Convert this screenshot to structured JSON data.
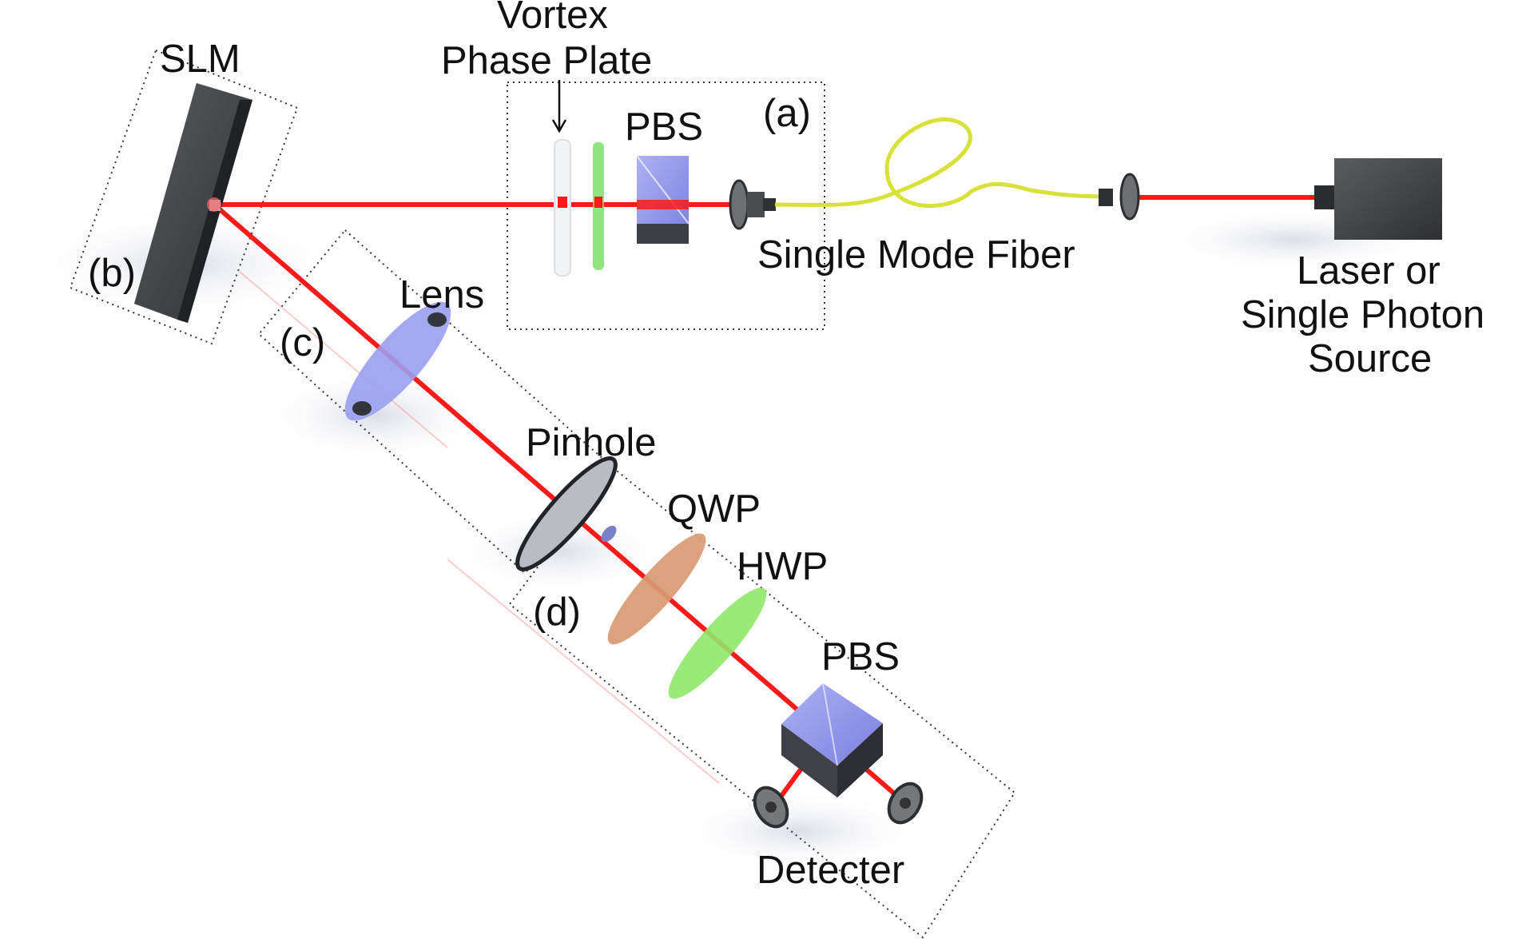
{
  "labels": {
    "slm": "SLM",
    "vortex_line1": "Vortex",
    "vortex_line2": "Phase Plate",
    "pbs_top": "PBS",
    "region_a": "(a)",
    "region_b": "(b)",
    "region_c": "(c)",
    "region_d": "(d)",
    "single_mode_fiber": "Single Mode Fiber",
    "source_line1": "Laser or",
    "source_line2": "Single Photon",
    "source_line3": "Source",
    "lens": "Lens",
    "pinhole": "Pinhole",
    "qwp": "QWP",
    "hwp": "HWP",
    "pbs_bottom": "PBS",
    "detecter": "Detecter"
  },
  "colors": {
    "beam": "#ff1a1a",
    "fiber": "#d8e13a",
    "pbs_cube": "#8f93e8",
    "lens": "#9a9ef0",
    "qwp": "#d89a72",
    "hwp": "#8fe86a",
    "device_body": "#4a4c50",
    "frame": "#333333"
  },
  "icons": {
    "slm": "slm-device",
    "source": "laser-box",
    "coupler": "fiber-coupler",
    "detector": "detector-mount"
  }
}
